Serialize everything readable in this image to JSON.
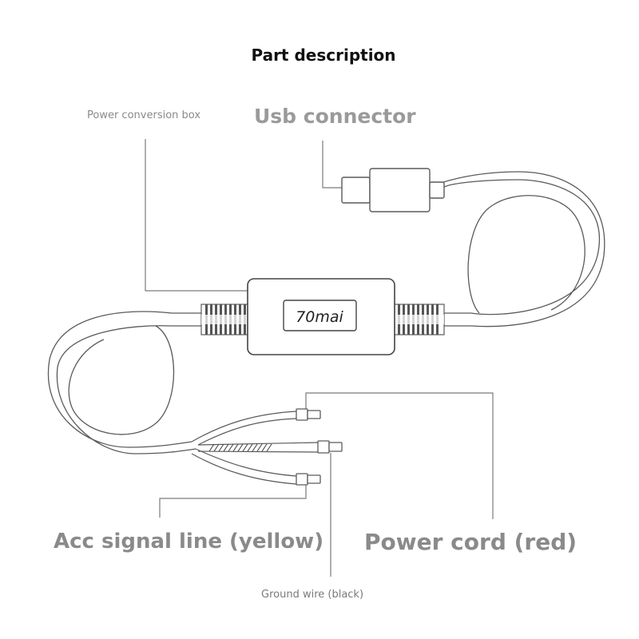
{
  "title": "Part description",
  "labels": {
    "power_conversion_box": "Power conversion box",
    "usb_connector": "Usb connector",
    "acc_signal_line": "Acc signal line (yellow)",
    "power_cord": "Power cord (red)",
    "ground_wire": "Ground wire (black)"
  },
  "box_brand": "70mai",
  "colors": {
    "line": "#5a5a5a",
    "leader": "#7a7a7a",
    "title": "#111111",
    "label": "#8a8a8a"
  }
}
